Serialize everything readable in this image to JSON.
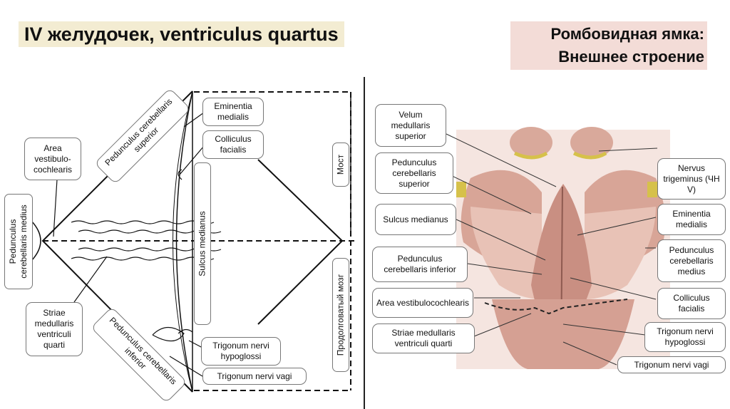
{
  "title_left": "IV желудочек, ventriculus quartus",
  "title_right_line1": "Ромбовидная ямка:",
  "title_right_line2": "Внешнее строение",
  "diagram": {
    "ped_sup": "Pedunculus cerebellaris superior",
    "area_vc": "Area vestibulo-cochlearis",
    "ped_med": "Pedunculus cerebellaris medius",
    "striae": "Striae medullaris ventriculi quarti",
    "ped_inf": "Pedunculus cerebellaris inferior",
    "emin": "Eminentia medialis",
    "coll": "Colliculus facialis",
    "sulcus": "Sulcus medianus",
    "trig_hyp": "Trigonum nervi hypoglossi",
    "trig_vagi": "Trigonum nervi vagi",
    "most": "Мост",
    "medulla": "Продолговатый мозг"
  },
  "right_labels": {
    "velum": "Velum medullaris superior",
    "ped_sup": "Pedunculus cerebellaris superior",
    "sulcus": "Sulcus medianus",
    "ped_inf": "Pedunculus cerebellaris inferior",
    "area_vc": "Area vestibulocochlearis",
    "striae": "Striae medullaris ventriculi quarti",
    "nervus": "Nervus trigeminus (ЧН V)",
    "emin": "Eminentia medialis",
    "ped_med": "Pedunculus cerebellaris medius",
    "coll": "Colliculus facialis",
    "trig_hyp": "Trigonum nervi hypoglossi",
    "trig_vagi": "Trigonum nervi vagi"
  },
  "colors": {
    "title_left_bg": "#f3ecd2",
    "title_right_bg": "#f3dcd7",
    "tissue": "#e2b4a6",
    "nerve": "#d6c14a"
  }
}
